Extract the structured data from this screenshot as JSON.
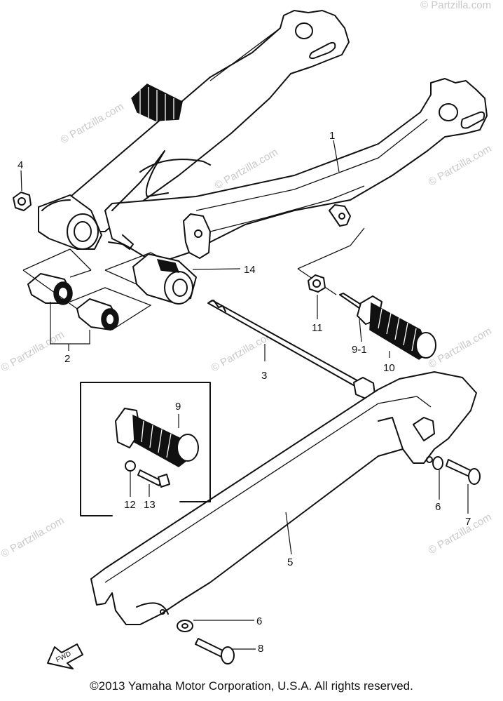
{
  "watermark": "© Partzilla.com",
  "copyright": "©2013 Yamaha Motor Corporation, U.S.A. All rights reserved.",
  "fwd_label": "FWD",
  "callouts": {
    "c1": "1",
    "c2": "2",
    "c3": "3",
    "c4": "4",
    "c5": "5",
    "c6a": "6",
    "c6b": "6",
    "c7": "7",
    "c8": "8",
    "c9": "9",
    "c9_1": "9-1",
    "c10": "10",
    "c11": "11",
    "c12": "12",
    "c13": "13",
    "c14": "14"
  }
}
